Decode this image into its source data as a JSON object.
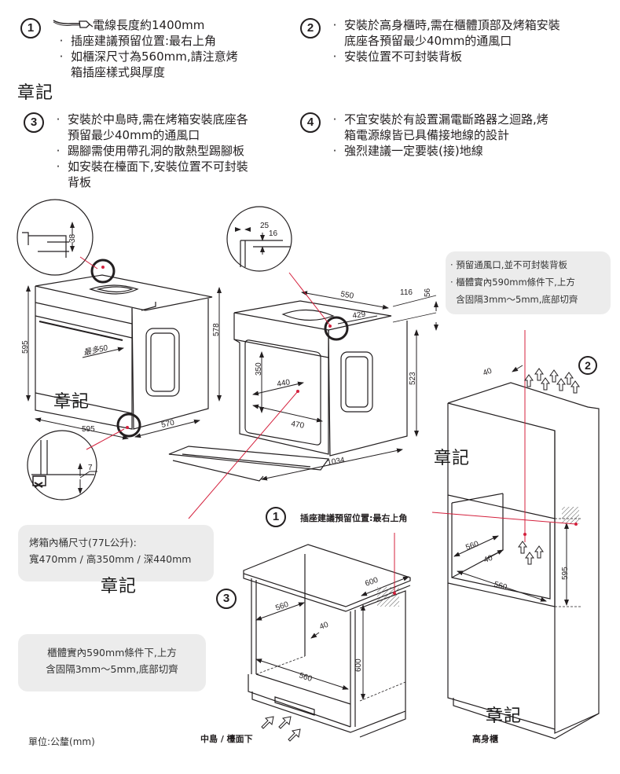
{
  "notes": [
    {
      "number": "1",
      "lead": "電線長度約1400mm",
      "items": [
        {
          "lines": [
            "插座建議預留位置:最右上角"
          ]
        },
        {
          "lines": [
            "如櫃深尺寸為560mm,請注意烤",
            "箱插座樣式與厚度"
          ]
        }
      ]
    },
    {
      "number": "2",
      "items": [
        {
          "lines": [
            "安裝於高身櫃時,需在櫃體頂部及烤箱安裝",
            "底座各預留最少40mm的通風口"
          ]
        },
        {
          "lines": [
            "安裝位置不可封裝背板"
          ]
        }
      ]
    },
    {
      "number": "3",
      "items": [
        {
          "lines": [
            "安裝於中島時,需在烤箱安裝底座各",
            "預留最少40mm的通風口"
          ]
        },
        {
          "lines": [
            "踢腳需使用帶孔洞的散熱型踢腳板"
          ]
        },
        {
          "lines": [
            "如安裝在檯面下,安裝位置不可封裝",
            "背板"
          ]
        }
      ]
    },
    {
      "number": "4",
      "items": [
        {
          "lines": [
            "不宜安裝於有設置漏電斷路器之迴路,烤",
            "箱電源線皆已具備接地線的設計"
          ]
        },
        {
          "lines": [
            "強烈建議一定要裝(接)地線"
          ]
        }
      ]
    }
  ],
  "stamp_text": "章記",
  "bubbles": {
    "vent_top_right": {
      "lines": [
        "· 預留通風口,並不可封裝背板",
        "· 櫃體實內590mm條件下,上方",
        "  含固隔3mm～5mm,底部切齊"
      ]
    },
    "interior_size": {
      "lines": [
        "烤箱內桶尺寸(77L公升):",
        "寬470mm / 高350mm / 深440mm"
      ]
    },
    "cabinet_condition": {
      "lines": [
        "櫃體實內590mm條件下,上方",
        "含固隔3mm～5mm,底部切齊"
      ]
    }
  },
  "socket_callout": {
    "number": "1",
    "text": "插座建議預留位置:最右上角"
  },
  "diagram_numbers": {
    "tall_cabinet": "2",
    "island": "3"
  },
  "dimensions": {
    "oven_side": {
      "detail_top": "38",
      "height_front": "595",
      "height_side": "578",
      "handle_max": "最多50",
      "width": "595",
      "depth": "570",
      "detail_bottom": "7"
    },
    "oven_open": {
      "detail_a": "25",
      "detail_b": "16",
      "top_depth": "550",
      "top_inner": "429",
      "rear_offset": "116",
      "rear_height": "56",
      "body_height": "523",
      "interior_height": "350",
      "interior_depth": "440",
      "interior_width": "470",
      "open_depth": "1034"
    },
    "island": {
      "top_width": "600",
      "upper_width": "560",
      "vent": "40",
      "lower_width": "560",
      "height": "600"
    },
    "tall": {
      "top_vent": "40",
      "upper_width": "560",
      "vent": "40",
      "lower_width": "560",
      "height": "595"
    }
  },
  "captions": {
    "unit": "單位:公釐(mm)",
    "island": "中島 / 檯面下",
    "tall": "高身櫃"
  },
  "colors": {
    "leader_line": "#d4213d",
    "bubble_bg": "#ececec",
    "line": "#231f20"
  }
}
